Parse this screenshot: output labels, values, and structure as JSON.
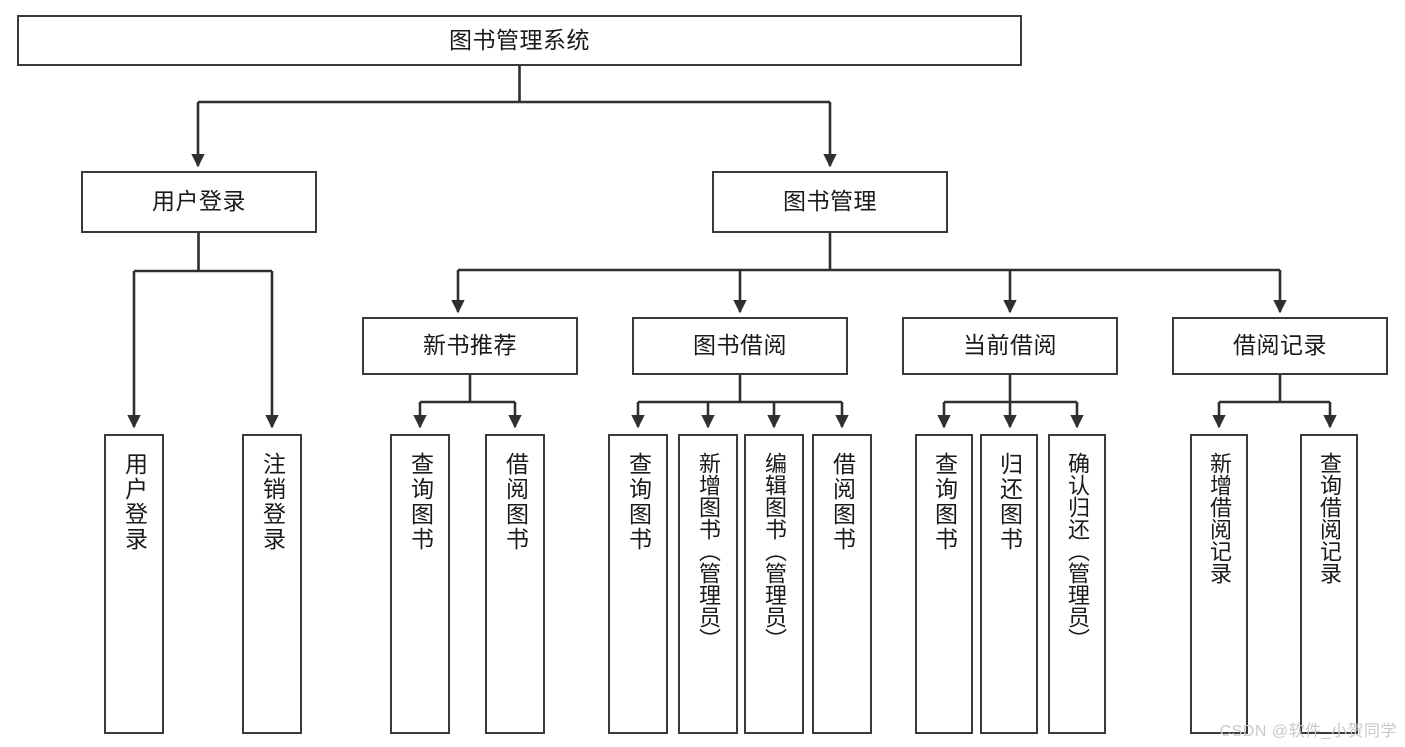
{
  "diagram": {
    "title": "图书管理系统",
    "type": "tree-structure-chart",
    "watermark": "CSDN @软件_小贺同学",
    "colors": {
      "box_border": "#3a3a3a",
      "box_fill": "#ffffff",
      "edge": "#2f2f2f",
      "text": "#1a1a1a",
      "watermark": "#c9c9c9",
      "background": "#ffffff"
    }
  },
  "nodes": {
    "root": {
      "label": "图书管理系统"
    },
    "level2": [
      {
        "label": "用户登录"
      },
      {
        "label": "图书管理"
      }
    ],
    "level3": [
      {
        "label": "新书推荐"
      },
      {
        "label": "图书借阅"
      },
      {
        "label": "当前借阅"
      },
      {
        "label": "借阅记录"
      }
    ],
    "leaves": {
      "user_login": [
        {
          "label": "用户登录"
        },
        {
          "label": "注销登录"
        }
      ],
      "new_book_recommend": [
        {
          "label": "查询图书"
        },
        {
          "label": "借阅图书"
        }
      ],
      "book_borrow": [
        {
          "label": "查询图书"
        },
        {
          "label": "新增图书（管理员）"
        },
        {
          "label": "编辑图书（管理员）"
        },
        {
          "label": "借阅图书"
        }
      ],
      "current_borrow": [
        {
          "label": "查询图书"
        },
        {
          "label": "归还图书"
        },
        {
          "label": "确认归还（管理员）"
        }
      ],
      "borrow_record": [
        {
          "label": "新增借阅记录"
        },
        {
          "label": "查询借阅记录"
        }
      ]
    }
  }
}
